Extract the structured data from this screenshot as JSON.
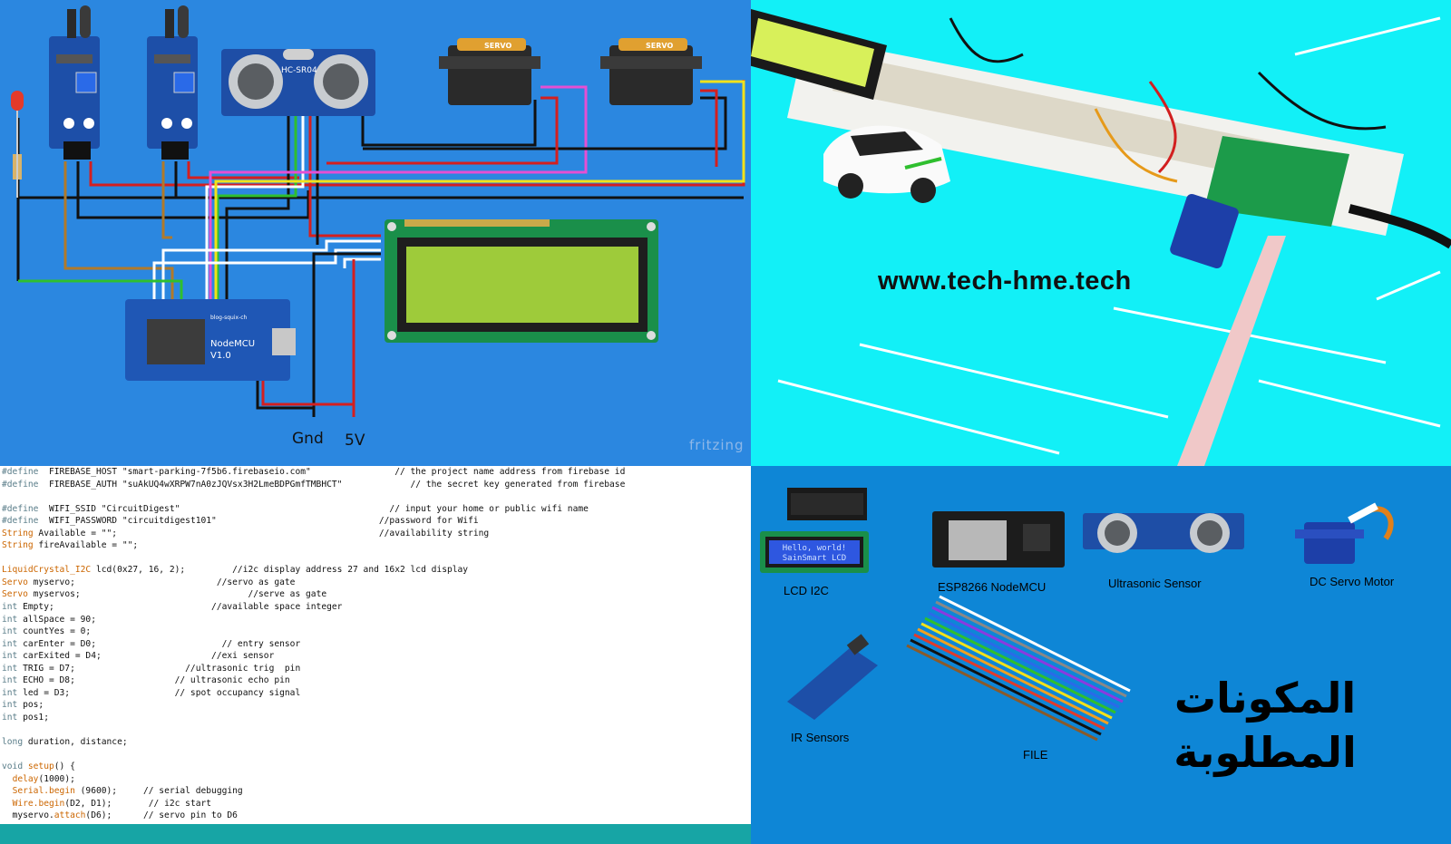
{
  "schematic": {
    "gnd_label": "Gnd",
    "v5_label": "5V",
    "watermark": "fritzing",
    "ultrasonic_model": "HC-SR04",
    "servo_label": "SERVO",
    "mcu_label": "NodeMCU V1.0",
    "mcu_brand": "blog-squix-ch"
  },
  "photo": {
    "website": "www.tech-hme.tech"
  },
  "code": {
    "lines": [
      [
        [
          "kw",
          "#define"
        ],
        [
          "",
          "  FIREBASE_HOST \"smart-parking-7f5b6.firebaseio.com\"                // the project name address from firebase id"
        ]
      ],
      [
        [
          "kw",
          "#define"
        ],
        [
          "",
          "  FIREBASE_AUTH \"suAkUQ4wXRPW7nA0zJQVsx3H2LmeBDPGmfTMBHCT\"             // the secret key generated from firebase"
        ]
      ],
      [
        [
          "",
          ""
        ]
      ],
      [
        [
          "kw",
          "#define"
        ],
        [
          "",
          "  WIFI_SSID \"CircuitDigest\"                                        // input your home or public wifi name"
        ]
      ],
      [
        [
          "kw",
          "#define"
        ],
        [
          "",
          "  WIFI_PASSWORD \"circuitdigest101\"                               //password for Wifi"
        ]
      ],
      [
        [
          "ty",
          "String"
        ],
        [
          "",
          " Available = \"\";                                                  //availability string"
        ]
      ],
      [
        [
          "ty",
          "String"
        ],
        [
          "",
          " fireAvailable = \"\";"
        ]
      ],
      [
        [
          "",
          ""
        ]
      ],
      [
        [
          "ty",
          "LiquidCrystal_I2C"
        ],
        [
          "",
          " lcd(0x27, 16, 2);         //i2c display address 27 and 16x2 lcd display"
        ]
      ],
      [
        [
          "ty",
          "Servo"
        ],
        [
          "",
          " myservo;                           //servo as gate"
        ]
      ],
      [
        [
          "ty",
          "Servo"
        ],
        [
          "",
          " myservos;                                //serve as gate"
        ]
      ],
      [
        [
          "kw",
          "int"
        ],
        [
          "",
          " Empty;                              //available space integer"
        ]
      ],
      [
        [
          "kw",
          "int"
        ],
        [
          "",
          " allSpace = 90;"
        ]
      ],
      [
        [
          "kw",
          "int"
        ],
        [
          "",
          " countYes = 0;"
        ]
      ],
      [
        [
          "kw",
          "int"
        ],
        [
          "",
          " carEnter = D0;                        // entry sensor"
        ]
      ],
      [
        [
          "kw",
          "int"
        ],
        [
          "",
          " carExited = D4;                     //exi sensor"
        ]
      ],
      [
        [
          "kw",
          "int"
        ],
        [
          "",
          " TRIG = D7;                     //ultrasonic trig  pin"
        ]
      ],
      [
        [
          "kw",
          "int"
        ],
        [
          "",
          " ECHO = D8;                   // ultrasonic echo pin"
        ]
      ],
      [
        [
          "kw",
          "int"
        ],
        [
          "",
          " led = D3;                    // spot occupancy signal"
        ]
      ],
      [
        [
          "kw",
          "int"
        ],
        [
          "",
          " pos;"
        ]
      ],
      [
        [
          "kw",
          "int"
        ],
        [
          "",
          " pos1;"
        ]
      ],
      [
        [
          "",
          ""
        ]
      ],
      [
        [
          "kw",
          "long"
        ],
        [
          "",
          " duration, distance;"
        ]
      ],
      [
        [
          "",
          ""
        ]
      ],
      [
        [
          "kw",
          "void"
        ],
        [
          "fn",
          " setup"
        ],
        [
          "",
          "() {"
        ]
      ],
      [
        [
          "",
          "  "
        ],
        [
          "fn",
          "delay"
        ],
        [
          "",
          "(1000);"
        ]
      ],
      [
        [
          "",
          "  "
        ],
        [
          "fn",
          "Serial.begin"
        ],
        [
          "",
          " (9600);     // serial debugging"
        ]
      ],
      [
        [
          "",
          "  "
        ],
        [
          "fn",
          "Wire.begin"
        ],
        [
          "",
          "(D2, D1);       // i2c start"
        ]
      ],
      [
        [
          "",
          "  myservo."
        ],
        [
          "fn",
          "attach"
        ],
        [
          "",
          "(D6);      // servo pin to D6"
        ]
      ]
    ]
  },
  "parts": {
    "title": "المكونات المطلوبة",
    "lcd": "LCD I2C",
    "lcd_screen_line1": "Hello, world!",
    "lcd_screen_line2": "SainSmart LCD",
    "esp": "ESP8266 NodeMCU",
    "ultrasonic": "Ultrasonic Sensor",
    "servo": "DC Servo Motor",
    "ir": "IR Sensors",
    "wires": "FILE"
  },
  "colors": {
    "schematic_bg": "#2b87e0",
    "photo_bg": "#12f0f7",
    "parts_bg": "#0e86d6",
    "code_keyword": "#5a7d89",
    "code_type": "#cc6600",
    "code_footer": "#17a5a5"
  }
}
